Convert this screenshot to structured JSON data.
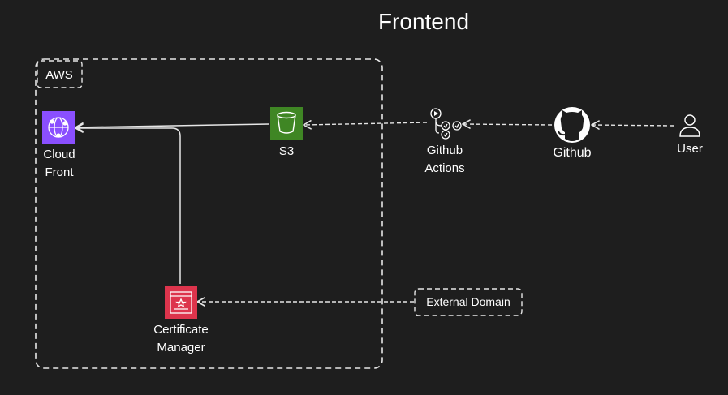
{
  "title": "Frontend",
  "aws_group": {
    "label": "AWS"
  },
  "nodes": {
    "cloudfront": {
      "label_line1": "Cloud",
      "label_line2": "Front",
      "color": "#8a4fff"
    },
    "s3": {
      "label": "S3",
      "color": "#3f8624"
    },
    "github_actions": {
      "label_line1": "Github",
      "label_line2": "Actions"
    },
    "github": {
      "label": "Github"
    },
    "user": {
      "label": "User"
    },
    "certificate_manager": {
      "label_line1": "Certificate",
      "label_line2": "Manager",
      "color": "#dd344c"
    },
    "external_domain": {
      "label": "External Domain"
    }
  },
  "colors": {
    "background": "#1e1e1e",
    "stroke": "#e6e6e6"
  }
}
